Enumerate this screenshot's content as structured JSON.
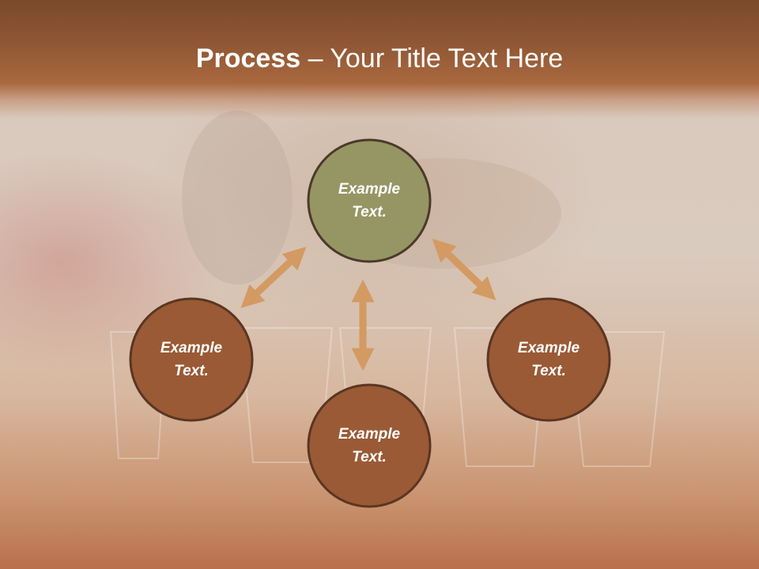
{
  "title": {
    "bold": "Process",
    "separator": " – ",
    "rest": "Your Title Text Here"
  },
  "nodes": [
    {
      "id": "top",
      "label_line1": "Example",
      "label_line2": "Text.",
      "fill": "#969664",
      "stroke": "#4a3a2c"
    },
    {
      "id": "left",
      "label_line1": "Example",
      "label_line2": "Text.",
      "fill": "#9a5a35",
      "stroke": "#5a3622"
    },
    {
      "id": "bottom",
      "label_line1": "Example",
      "label_line2": "Text.",
      "fill": "#9a5a35",
      "stroke": "#5a3622"
    },
    {
      "id": "right",
      "label_line1": "Example",
      "label_line2": "Text.",
      "fill": "#9a5a35",
      "stroke": "#5a3622"
    }
  ],
  "colors": {
    "title_band": "#8e5634",
    "arrow": "#d39a62",
    "text": "#ffffff"
  }
}
